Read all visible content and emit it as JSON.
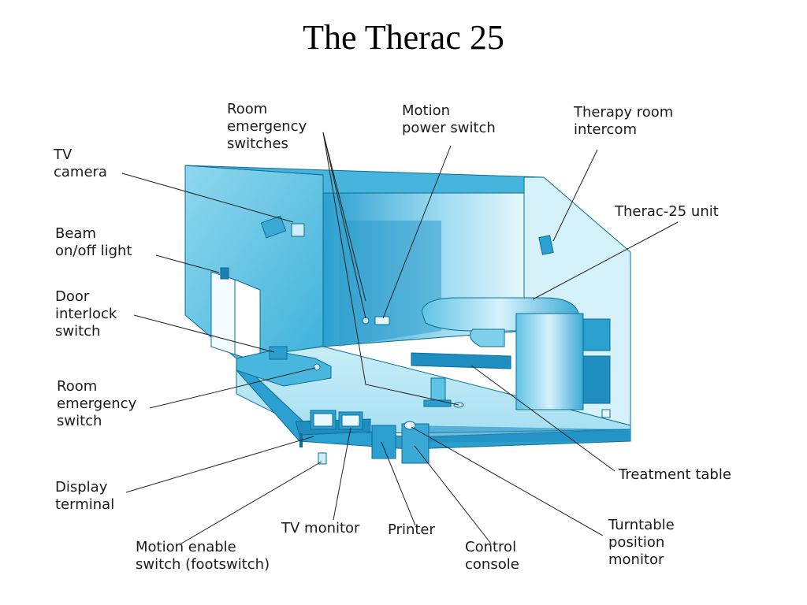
{
  "title": "The Therac 25",
  "labels": {
    "room_emergency_switches": [
      "Room",
      "emergency",
      "switches"
    ],
    "motion_power_switch": [
      "Motion",
      "power switch"
    ],
    "therapy_room_intercom": [
      "Therapy room",
      "intercom"
    ],
    "tv_camera": [
      "TV",
      "camera"
    ],
    "therac_unit": [
      "Therac-25 unit"
    ],
    "beam_light": [
      "Beam",
      "on/off light"
    ],
    "door_interlock": [
      "Door",
      "interlock",
      "switch"
    ],
    "room_emergency_switch": [
      "Room",
      "emergency",
      "switch"
    ],
    "display_terminal": [
      "Display",
      "terminal"
    ],
    "tv_monitor": [
      "TV monitor"
    ],
    "printer": [
      "Printer"
    ],
    "motion_enable": [
      "Motion enable",
      "switch (footswitch)"
    ],
    "control_console": [
      "Control",
      "console"
    ],
    "treatment_table": [
      "Treatment table"
    ],
    "turntable_monitor": [
      "Turntable",
      "position",
      "monitor"
    ]
  },
  "colors": {
    "wall_light": "#bfe9f5",
    "wall_mid": "#7fd0ea",
    "wall_dark": "#2aa6d2",
    "outline": "#0a6f96",
    "leader": "#222222"
  }
}
